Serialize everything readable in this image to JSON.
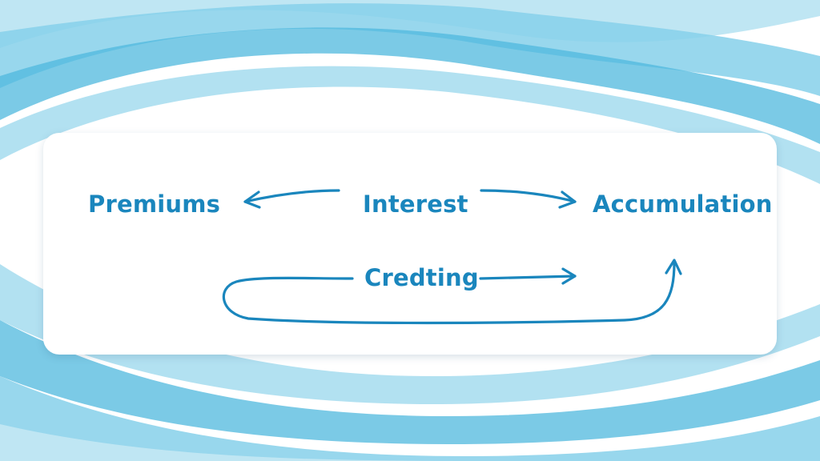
{
  "diagram": {
    "nodes": {
      "premiums": "Premiums",
      "interest": "Interest",
      "accumulation": "Accumulation",
      "crediting": "Credting"
    },
    "colors": {
      "accent": "#1a86bd",
      "wave_light": "#bfe6f3",
      "wave_mid": "#86d0ea",
      "wave_dark": "#4fb8de"
    }
  }
}
